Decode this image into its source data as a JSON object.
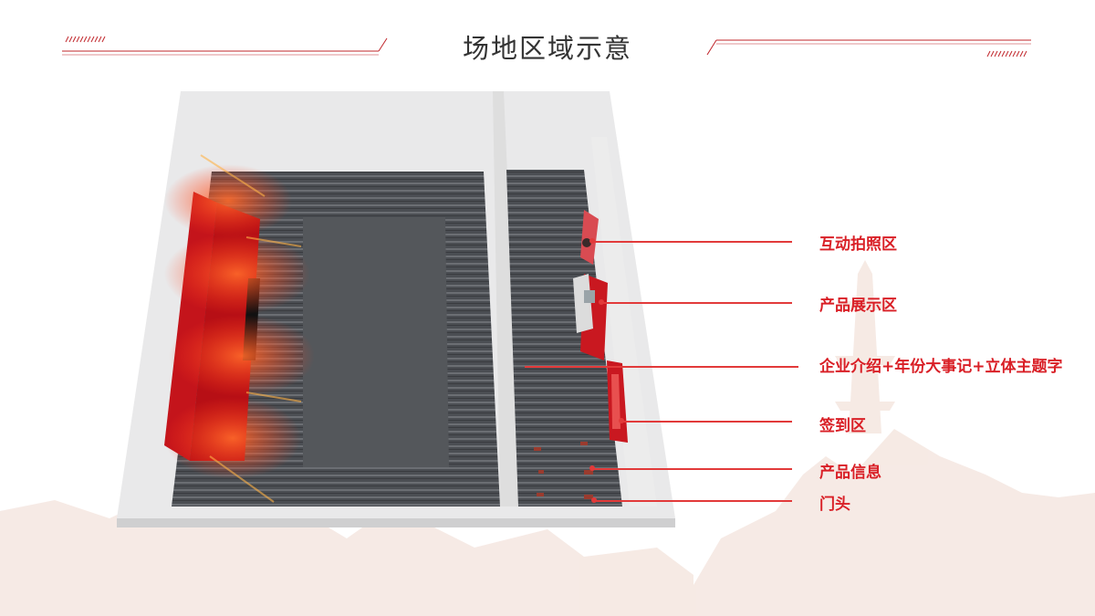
{
  "page": {
    "title": "场地区域示意"
  },
  "labels": [
    {
      "id": "photo",
      "text": "互动拍照区"
    },
    {
      "id": "product-display",
      "text": "产品展示区"
    },
    {
      "id": "intro",
      "text": "企业介绍+年份大事记+立体主题字"
    },
    {
      "id": "signin",
      "text": "签到区"
    },
    {
      "id": "product-info",
      "text": "产品信息"
    },
    {
      "id": "gate",
      "text": "门头"
    }
  ],
  "colors": {
    "accent": "#d91f26",
    "carpet": "#4a4c50",
    "wall": "#eeeeee",
    "center_rug": "#54575b"
  }
}
